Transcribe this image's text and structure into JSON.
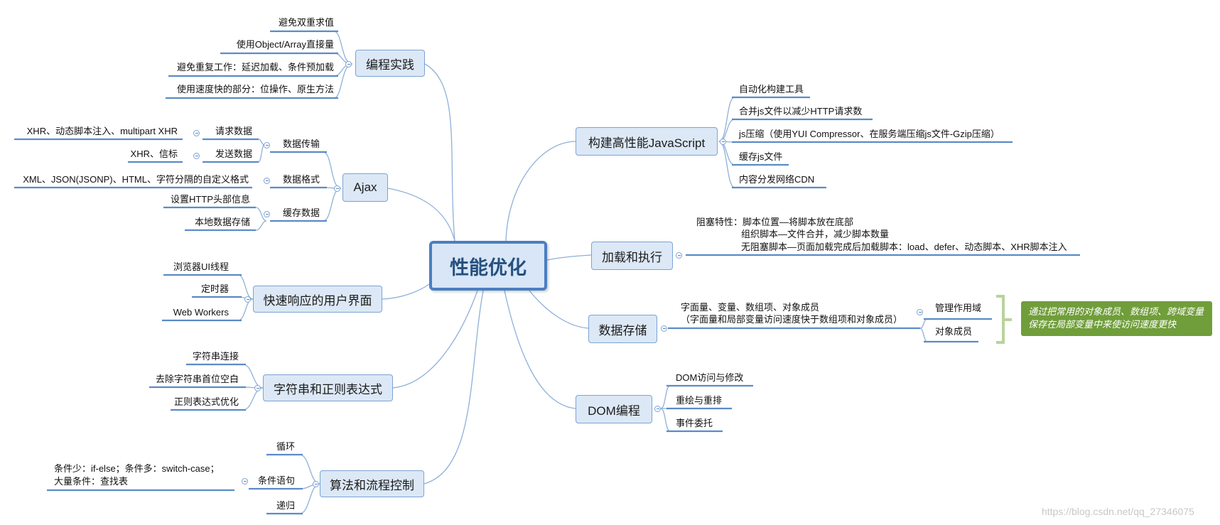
{
  "root": "性能优化",
  "branches": {
    "biancheng": {
      "label": "编程实践",
      "items": [
        "避免双重求值",
        "使用Object/Array直接量",
        "避免重复工作：延迟加载、条件预加载",
        "使用速度快的部分：位操作、原生方法"
      ]
    },
    "ajax": {
      "label": "Ajax",
      "sub": {
        "chuanshu": {
          "label": "数据传输",
          "qingqiu": "请求数据",
          "qingqiu_detail": "XHR、动态脚本注入、multipart XHR",
          "fasong": "发送数据",
          "fasong_detail": "XHR、信标"
        },
        "geshi": {
          "label": "数据格式",
          "detail": "XML、JSON(JSONP)、HTML、字符分隔的自定义格式"
        },
        "huancun": {
          "label": "缓存数据",
          "items": [
            "设置HTTP头部信息",
            "本地数据存储"
          ]
        }
      }
    },
    "ui": {
      "label": "快速响应的用户界面",
      "items": [
        "浏览器UI线程",
        "定时器",
        "Web Workers"
      ]
    },
    "string": {
      "label": "字符串和正则表达式",
      "items": [
        "字符串连接",
        "去除字符串首位空白",
        "正则表达式优化"
      ]
    },
    "algo": {
      "label": "算法和流程控制",
      "items": [
        "循环",
        "条件语句",
        "递归"
      ],
      "cond_detail": [
        "条件少：if-else；条件多：switch-case；",
        "大量条件：查找表"
      ]
    },
    "build": {
      "label": "构建高性能JavaScript",
      "items": [
        "自动化构建工具",
        "合并js文件以减少HTTP请求数",
        "js压缩（使用YUI Compressor、在服务端压缩js文件-Gzip压缩）",
        "缓存js文件",
        "内容分发网络CDN"
      ]
    },
    "load": {
      "label": "加载和执行",
      "lines": [
        "阻塞特性：脚本位置—将脚本放在底部",
        "组织脚本—文件合并，减少脚本数量",
        "无阻塞脚本—页面加载完成后加载脚本：load、defer、动态脚本、XHR脚本注入"
      ]
    },
    "storage": {
      "label": "数据存储",
      "desc": [
        "字面量、变量、数组项、对象成员",
        "（字面量和局部变量访问速度快于数组项和对象成员）"
      ],
      "items": [
        "管理作用域",
        "对象成员"
      ],
      "note": [
        "通过把常用的对象成员、数组项、跨域变量",
        "保存在局部变量中来使访问速度更快"
      ]
    },
    "dom": {
      "label": "DOM编程",
      "items": [
        "DOM访问与修改",
        "重绘与重排",
        "事件委托"
      ]
    }
  },
  "watermark": "https://blog.csdn.net/qq_27346075",
  "colors": {
    "line": "#8fb0d8",
    "underline": "#5b8bc6",
    "root_border": "#4a7fc1",
    "node_fill": "#dce8f6",
    "note_fill": "#709e3a",
    "bracket": "#b9d39b"
  }
}
